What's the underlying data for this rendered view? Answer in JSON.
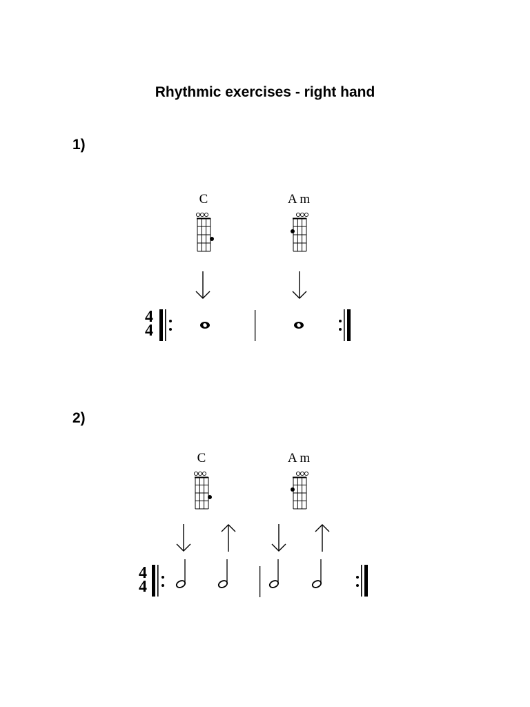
{
  "title": "Rhythmic exercises - right hand",
  "exercises": [
    {
      "number": "1)",
      "chords": [
        "C",
        "A m"
      ],
      "strums": [
        "down",
        "down"
      ],
      "time_signature": {
        "top": "4",
        "bottom": "4"
      },
      "notes": [
        "whole",
        "whole"
      ]
    },
    {
      "number": "2)",
      "chords": [
        "C",
        "A m"
      ],
      "strums": [
        "down",
        "up",
        "down",
        "up"
      ],
      "time_signature": {
        "top": "4",
        "bottom": "4"
      },
      "notes": [
        "half",
        "half",
        "half",
        "half"
      ]
    }
  ]
}
